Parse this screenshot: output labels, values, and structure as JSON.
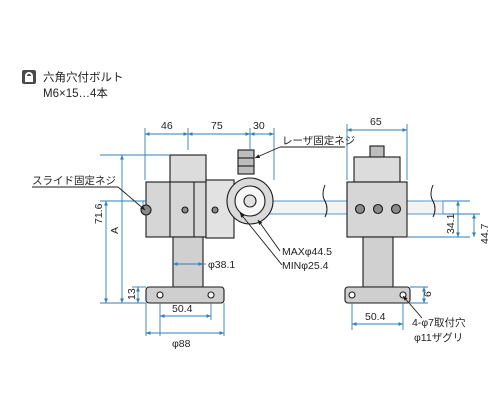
{
  "legend": {
    "icon": "padlock-icon",
    "line1": "六角穴付ボルト",
    "line2": "M6×15…4本"
  },
  "dims": {
    "w46": "46",
    "w75": "75",
    "w30": "30",
    "w65": "65",
    "h716": "71.6",
    "hA": "A",
    "h13": "13",
    "h341": "34.1",
    "h447": "44.7",
    "h6": "6",
    "w504_left": "50.4",
    "d88": "φ88",
    "d381": "φ38.1",
    "w504_right": "50.4"
  },
  "callouts": {
    "laser_screw": "レーザ固定ネジ",
    "slide_screw": "スライド固定ネジ",
    "max_dia": "MAXφ44.5",
    "min_dia": "MINφ25.4",
    "hole_spec": "4-φ7取付穴",
    "counterbore": "φ11ザグリ"
  },
  "colors": {
    "outline": "#1a1a1a",
    "dimension": "#2f7fb8",
    "part_fill": "#dcdcdc",
    "dark_fill": "#8a8a8a"
  }
}
